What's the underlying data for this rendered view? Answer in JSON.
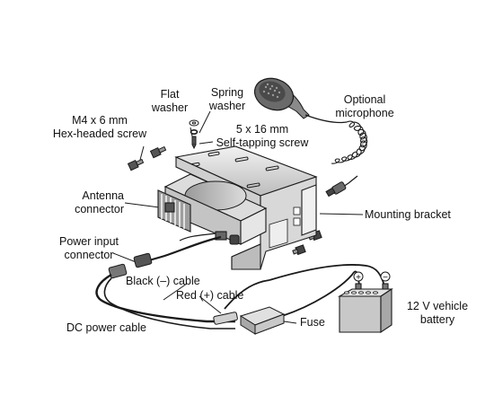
{
  "labels": {
    "flat_washer": [
      "Flat",
      "washer"
    ],
    "spring_washer": [
      "Spring",
      "washer"
    ],
    "optional_microphone": [
      "Optional",
      "microphone"
    ],
    "hex_screw": [
      "M4 x 6 mm",
      "Hex-headed screw"
    ],
    "tapping_screw": [
      "5 x 16 mm",
      "Self-tapping screw"
    ],
    "antenna_connector": [
      "Antenna",
      "connector"
    ],
    "mounting_bracket": "Mounting bracket",
    "power_input_connector": [
      "Power input",
      "connector"
    ],
    "black_cable": "Black (–) cable",
    "red_cable": "Red (+) cable",
    "dc_power_cable": "DC power cable",
    "fuse": "Fuse",
    "battery": [
      "12 V vehicle",
      "battery"
    ]
  },
  "battery_terminals": {
    "positive": "+",
    "negative": "−"
  },
  "colors": {
    "line": "#1a1a1a",
    "shade": "#bdbdbd",
    "light_shade": "#e2e2e2",
    "dark": "#4a4a4a"
  }
}
